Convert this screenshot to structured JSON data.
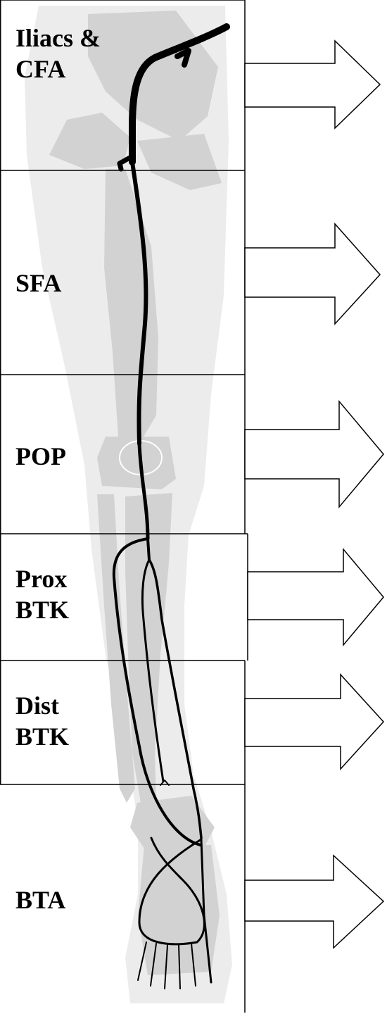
{
  "segments": [
    {
      "id": "iliacs-cfa",
      "lines": [
        "Iliacs &",
        "CFA"
      ]
    },
    {
      "id": "sfa",
      "lines": [
        "SFA"
      ]
    },
    {
      "id": "pop",
      "lines": [
        "POP"
      ]
    },
    {
      "id": "prox-btk",
      "lines": [
        "Prox",
        "BTK"
      ]
    },
    {
      "id": "dist-btk",
      "lines": [
        "Dist",
        "BTK"
      ]
    },
    {
      "id": "bta",
      "lines": [
        "BTA"
      ]
    }
  ],
  "colors": {
    "silhouette": "#ececec",
    "bone": "#d2d2d2",
    "artery": "#000000",
    "outline": "#000000"
  }
}
